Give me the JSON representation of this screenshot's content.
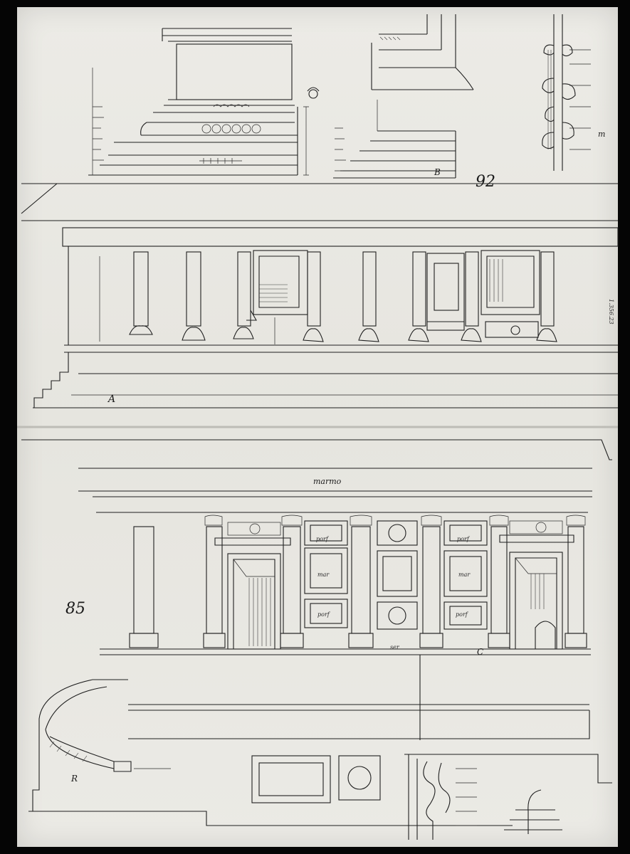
{
  "sheet": {
    "labels": {
      "section_a": "A",
      "section_b": "B",
      "section_c": "C",
      "section_m": "m",
      "section_r": "R",
      "marmo": "marmo",
      "sheet_number": "92",
      "margin_number": "85",
      "side_note": "1.356.23"
    },
    "panel_notes": {
      "porf": "porf",
      "mar": "mar",
      "ser": "ser"
    }
  }
}
